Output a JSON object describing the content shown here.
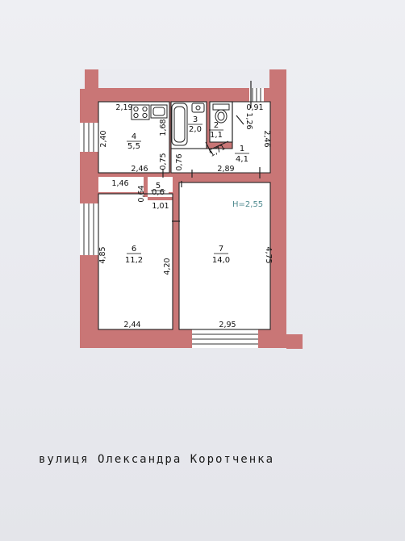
{
  "street_caption": "вулиця Олександра Коротченка",
  "ceiling_height": "Н=2,55",
  "rooms": [
    {
      "id": "4",
      "area": "5,5"
    },
    {
      "id": "3",
      "area": "2,0"
    },
    {
      "id": "2",
      "area": "1,1"
    },
    {
      "id": "1",
      "area": "4,1"
    },
    {
      "id": "5",
      "area": "0,6"
    },
    {
      "id": "6",
      "area": "11,2"
    },
    {
      "id": "7",
      "area": "14,0"
    }
  ],
  "dimensions": {
    "kitchen_top": "2,19",
    "kitchen_left": "2,40",
    "kitchen_bottom": "2,46",
    "bath_left": "1,68",
    "toilet_right": "1,26",
    "toilet_bottom": "1,71",
    "corner_top": "0,91",
    "hall_right": "2,46",
    "hall_bottom": "2,89",
    "passage_a": "0,75",
    "passage_b": "0,76",
    "closet_top": "1,46",
    "closet_side": "0,64",
    "closet_bottom": "1,01",
    "room6_left": "4,85",
    "room6_right": "4,20",
    "room6_bottom": "2,44",
    "room7_right": "4,75",
    "room7_bottom": "2,95"
  },
  "colors": {
    "wall": "#c97676",
    "paper": "#eceef2",
    "ink": "#111111",
    "height_label": "#4f8a8f"
  }
}
